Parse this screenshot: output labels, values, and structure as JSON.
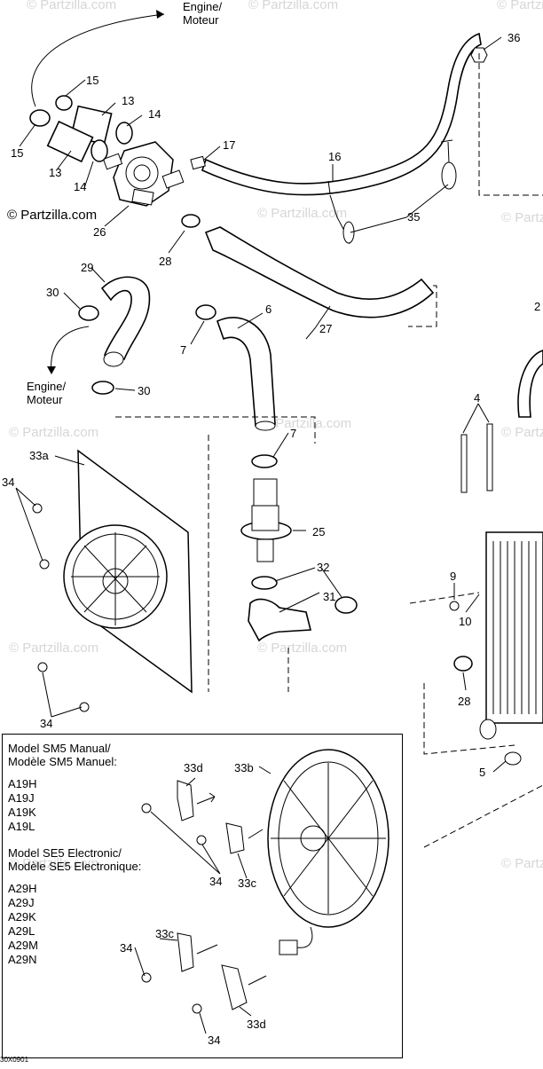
{
  "watermark": "© Partzilla.com",
  "copyright_label": "© Partzilla.com",
  "engine_label_top": [
    "Engine/",
    "Moteur"
  ],
  "engine_label_mid": [
    "Engine/",
    "Moteur"
  ],
  "callouts": {
    "c36": "36",
    "c15a": "15",
    "c15b": "15",
    "c13a": "13",
    "c13b": "13",
    "c14a": "14",
    "c14b": "14",
    "c17": "17",
    "c16": "16",
    "c35": "35",
    "c26": "26",
    "c28a": "28",
    "c29": "29",
    "c30a": "30",
    "c30b": "30",
    "c6": "6",
    "c7a": "7",
    "c27": "27",
    "c7b": "7",
    "c4": "4",
    "c33a": "33a",
    "c34a": "34",
    "c25": "25",
    "c32": "32",
    "c31": "31",
    "c9": "9",
    "c10": "10",
    "c28b": "28",
    "c5": "5",
    "c34b": "34",
    "c33d_a": "33d",
    "c33b": "33b",
    "c34c": "34",
    "c33c_a": "33c",
    "c33c_b": "33c",
    "c34d": "34",
    "c34e": "34",
    "c33d_b": "33d",
    "c2": "2"
  },
  "models": {
    "group1_title": "Model SM5 Manual/",
    "group1_subtitle": "Modèle SM5 Manuel:",
    "group1_codes": [
      "A19H",
      "A19J",
      "A19K",
      "A19L"
    ],
    "group2_title": "Model SE5 Electronic/",
    "group2_subtitle": "Modèle SE5 Electronique:",
    "group2_codes": [
      "A29H",
      "A29J",
      "A29K",
      "A29L",
      "A29M",
      "A29N"
    ]
  },
  "doc_code": "30X0901"
}
